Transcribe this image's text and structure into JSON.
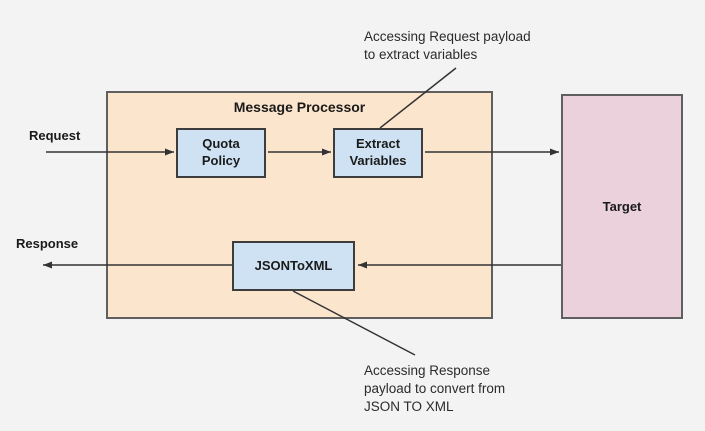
{
  "diagram": {
    "title": "Message Processor",
    "nodes": {
      "quota_policy": {
        "label": "Quota Policy"
      },
      "extract_variables": {
        "label": "Extract Variables"
      },
      "jsontoxml": {
        "label": "JSONToXML"
      },
      "target": {
        "label": "Target"
      }
    },
    "flow_labels": {
      "request": "Request",
      "response": "Response"
    },
    "annotations": {
      "top": "Accessing Request payload\nto extract variables",
      "bottom": "Accessing Response\npayload to convert from\nJSON TO XML"
    },
    "colors": {
      "background": "#f2f3f2",
      "message_processor_fill": "#fce5cd",
      "node_fill": "#cfe2f3",
      "target_fill": "#ead1dc",
      "container_border": "#5f5f5f",
      "node_border": "#3d3d3d",
      "connector": "#333333"
    }
  }
}
